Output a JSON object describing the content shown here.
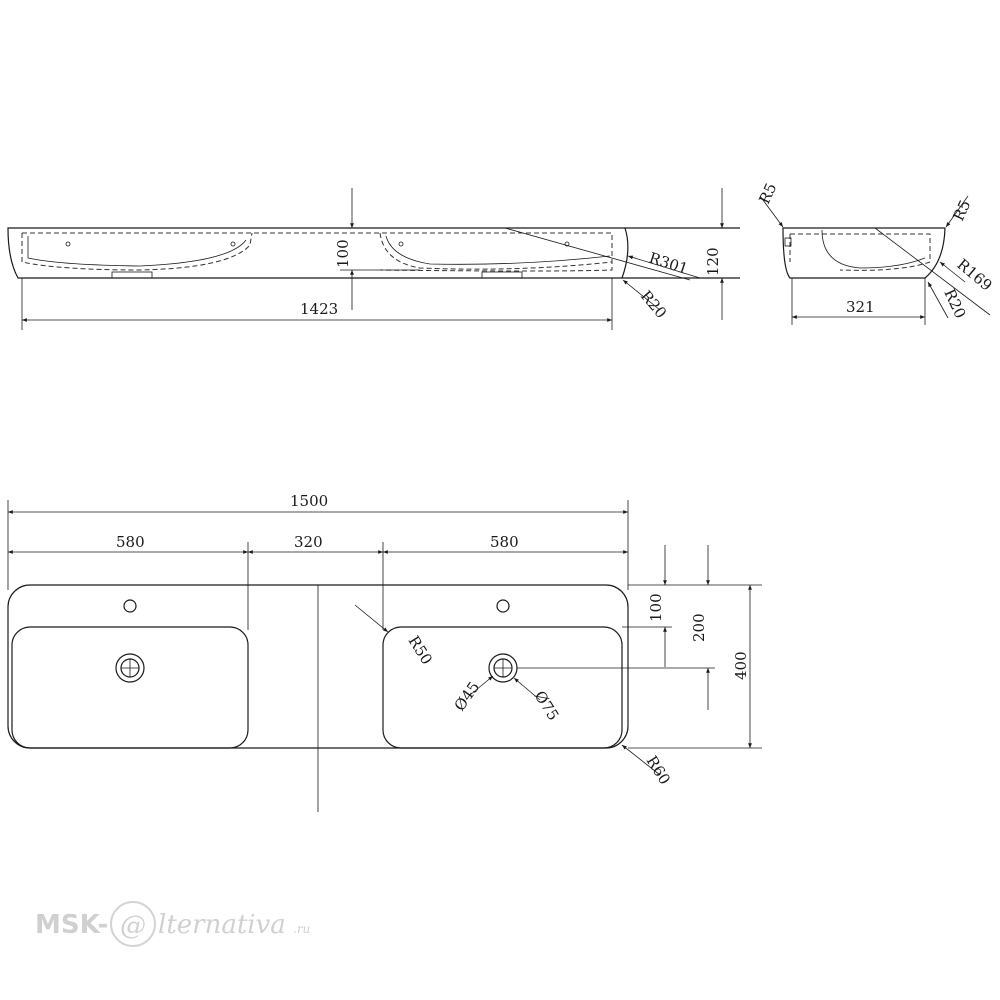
{
  "side_view": {
    "length": "1423",
    "depth_inner": "100",
    "height": "120",
    "radius_large": "R301",
    "radius_edge": "R20"
  },
  "end_view": {
    "radius_top_left": "R5",
    "radius_top_right": "R5",
    "radius_bowl": "R169",
    "radius_edge": "R20",
    "width": "321"
  },
  "plan_view": {
    "total_length": "1500",
    "left_basin": "580",
    "gap": "320",
    "right_basin": "580",
    "tap_offset": "100",
    "drain_offset": "200",
    "depth": "400",
    "basin_radius": "R50",
    "outer_radius": "R60",
    "drain_diameter": "Ø45",
    "drain_outer_diameter": "Ø75"
  },
  "watermark": {
    "brand": "MSK-",
    "at": "@",
    "rest": "lternativa",
    "tld": ".ru"
  }
}
